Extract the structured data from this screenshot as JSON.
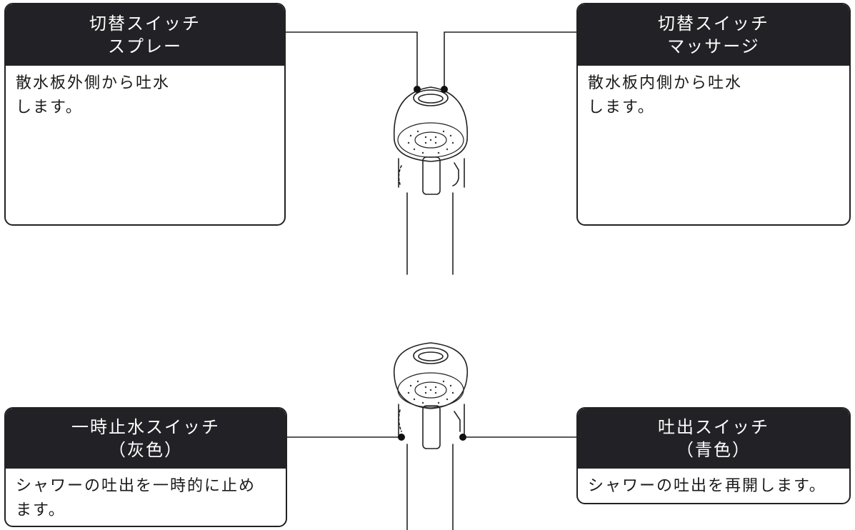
{
  "callouts": {
    "spray": {
      "title": "切替スイッチ\nスプレー",
      "desc": "散水板外側から吐水\nします。"
    },
    "massage": {
      "title": "切替スイッチ\nマッサージ",
      "desc": "散水板内側から吐水\nします。"
    },
    "pause": {
      "title": "一時止水スイッチ\n（灰色）",
      "desc": "シャワーの吐出を一時的に止め\nます。"
    },
    "discharge": {
      "title": "吐出スイッチ\n（青色）",
      "desc": "シャワーの吐出を再開します。"
    }
  },
  "colors": {
    "header_bg": "#222226",
    "line": "#222222",
    "background": "#ffffff"
  }
}
